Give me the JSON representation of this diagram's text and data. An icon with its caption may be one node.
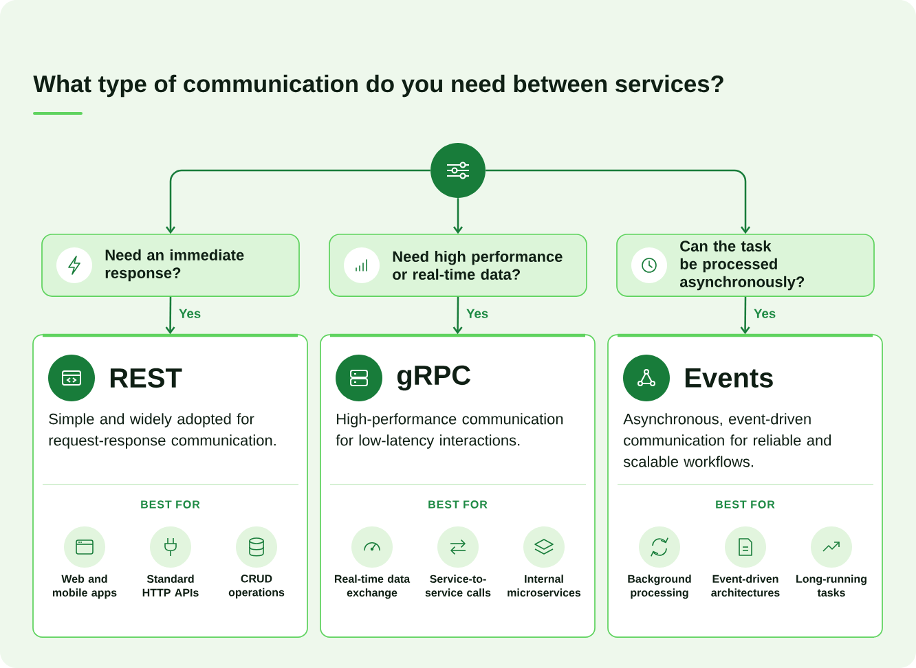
{
  "diagram": {
    "title": "What type of communication do you need between services?",
    "nodes": [
      {
        "text": [],
        "shape": "circle"
      },
      {
        "text": [
          "Need an immediate response?"
        ]
      },
      {
        "text": [
          "Need high performance or real-time data?"
        ]
      },
      {
        "text": [
          "Can the task be processed asynchronously?"
        ]
      },
      {
        "text": [
          "REST",
          "Simple and widely adopted for request-response communication.",
          "BEST FOR"
        ]
      },
      {
        "text": [
          "Web and mobile apps"
        ],
        "in": 4
      },
      {
        "text": [
          "Standard HTTP APIs"
        ],
        "in": 4
      },
      {
        "text": [
          "CRUD operations"
        ],
        "in": 4
      },
      {
        "text": [
          "gRPC",
          "High-performance communication for low-latency interactions.",
          "BEST FOR"
        ]
      },
      {
        "text": [
          "Real-time data exchange"
        ],
        "in": 8
      },
      {
        "text": [
          "Service-to-service calls"
        ],
        "in": 8
      },
      {
        "text": [
          "Internal microservices"
        ],
        "in": 8
      },
      {
        "text": [
          "Events",
          "Asynchronous, event-driven communication for reliable and scalable workflows.",
          "BEST FOR"
        ]
      },
      {
        "text": [
          "Background processing"
        ],
        "in": 12
      },
      {
        "text": [
          "Event-driven architectures"
        ],
        "in": 12
      },
      {
        "text": [
          "Long-running tasks"
        ],
        "in": 12
      }
    ],
    "edges": [
      {
        "from": 0,
        "to": 1,
        "arrow": "to"
      },
      {
        "from": 0,
        "to": 2,
        "arrow": "to"
      },
      {
        "from": 0,
        "to": 3,
        "arrow": "to"
      },
      {
        "from": 1,
        "to": 4,
        "arrow": "to",
        "label": "Yes"
      },
      {
        "from": 2,
        "to": 8,
        "arrow": "to",
        "label": "Yes"
      },
      {
        "from": 3,
        "to": 12,
        "arrow": "to",
        "label": "Yes"
      }
    ]
  }
}
